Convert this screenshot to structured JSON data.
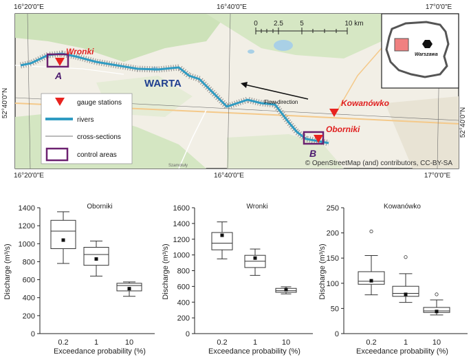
{
  "map": {
    "coords": {
      "top": [
        "16°20'0\"E",
        "16°40'0\"E",
        "17°0'0\"E"
      ],
      "bottom": [
        "16°20'0\"E",
        "16°40'0\"E",
        "17°0'0\"E"
      ],
      "left": "52°40'0\"N",
      "right": "52°40'0\"N"
    },
    "river_name": "WARTA",
    "flow_label": "Flow direction",
    "stations": {
      "wronki": "Wronki",
      "oborniki": "Oborniki",
      "kowanowko": "Kowanówko"
    },
    "areas": {
      "a": "A",
      "b": "B"
    },
    "town_label": "Szamotuły",
    "scalebar": {
      "ticks": [
        "0",
        "2.5",
        "5",
        "10 km"
      ]
    },
    "legend": {
      "items": [
        {
          "label": "gauge stations",
          "icon": "red-triangle-icon"
        },
        {
          "label": "rivers",
          "icon": "river-line-icon"
        },
        {
          "label": "cross-sections",
          "icon": "thin-line-icon"
        },
        {
          "label": "control areas",
          "icon": "purple-square-icon"
        }
      ]
    },
    "inset": {
      "city": "Warszawa"
    },
    "attribution": "© OpenStreetMap (and) contributors, CC-BY-SA",
    "colors": {
      "river": "#2f9bc2",
      "station": "#e8231f",
      "area": "#6c2170",
      "label_red": "#e02020"
    }
  },
  "chart_data": [
    {
      "type": "boxplot",
      "title": "Oborniki",
      "xlabel": "Exceedance probability (%)",
      "ylabel": "Discharge (m³/s)",
      "categories": [
        "0.2",
        "1",
        "10"
      ],
      "ylim": [
        0,
        1400
      ],
      "yticks": [
        0,
        200,
        400,
        600,
        800,
        1000,
        1200,
        1400
      ],
      "boxes": [
        {
          "whisker_low": 780,
          "q1": 945,
          "median": 1140,
          "q3": 1260,
          "whisker_high": 1355,
          "mean": 1040,
          "outliers": []
        },
        {
          "whisker_low": 640,
          "q1": 760,
          "median": 880,
          "q3": 960,
          "whisker_high": 1030,
          "mean": 830,
          "outliers": []
        },
        {
          "whisker_low": 415,
          "q1": 475,
          "median": 535,
          "q3": 560,
          "whisker_high": 575,
          "mean": 500,
          "outliers": []
        }
      ]
    },
    {
      "type": "boxplot",
      "title": "Wronki",
      "xlabel": "Exceedance probability (%)",
      "ylabel": "Discharge (m³/s)",
      "categories": [
        "0.2",
        "1",
        "10"
      ],
      "ylim": [
        0,
        1600
      ],
      "yticks": [
        0,
        200,
        400,
        600,
        800,
        1000,
        1200,
        1400,
        1600
      ],
      "boxes": [
        {
          "whisker_low": 950,
          "q1": 1065,
          "median": 1150,
          "q3": 1285,
          "whisker_high": 1420,
          "mean": 1250,
          "outliers": []
        },
        {
          "whisker_low": 740,
          "q1": 840,
          "median": 920,
          "q3": 995,
          "whisker_high": 1075,
          "mean": 960,
          "outliers": []
        },
        {
          "whisker_low": 505,
          "q1": 525,
          "median": 545,
          "q3": 575,
          "whisker_high": 595,
          "mean": 560,
          "outliers": []
        }
      ]
    },
    {
      "type": "boxplot",
      "title": "Kowanówko",
      "xlabel": "Exceedance probability (%)",
      "ylabel": "Discharge (m³/s)",
      "categories": [
        "0.2",
        "1",
        "10"
      ],
      "ylim": [
        0,
        250
      ],
      "yticks": [
        0,
        50,
        100,
        150,
        200,
        250
      ],
      "boxes": [
        {
          "whisker_low": 77,
          "q1": 98,
          "median": 104,
          "q3": 123,
          "whisker_high": 155,
          "mean": 105,
          "outliers": [
            203
          ]
        },
        {
          "whisker_low": 62,
          "q1": 74,
          "median": 80,
          "q3": 94,
          "whisker_high": 119,
          "mean": 78,
          "outliers": [
            152
          ]
        },
        {
          "whisker_low": 37,
          "q1": 42,
          "median": 45,
          "q3": 52,
          "whisker_high": 67,
          "mean": 44,
          "outliers": [
            78
          ]
        }
      ]
    }
  ]
}
